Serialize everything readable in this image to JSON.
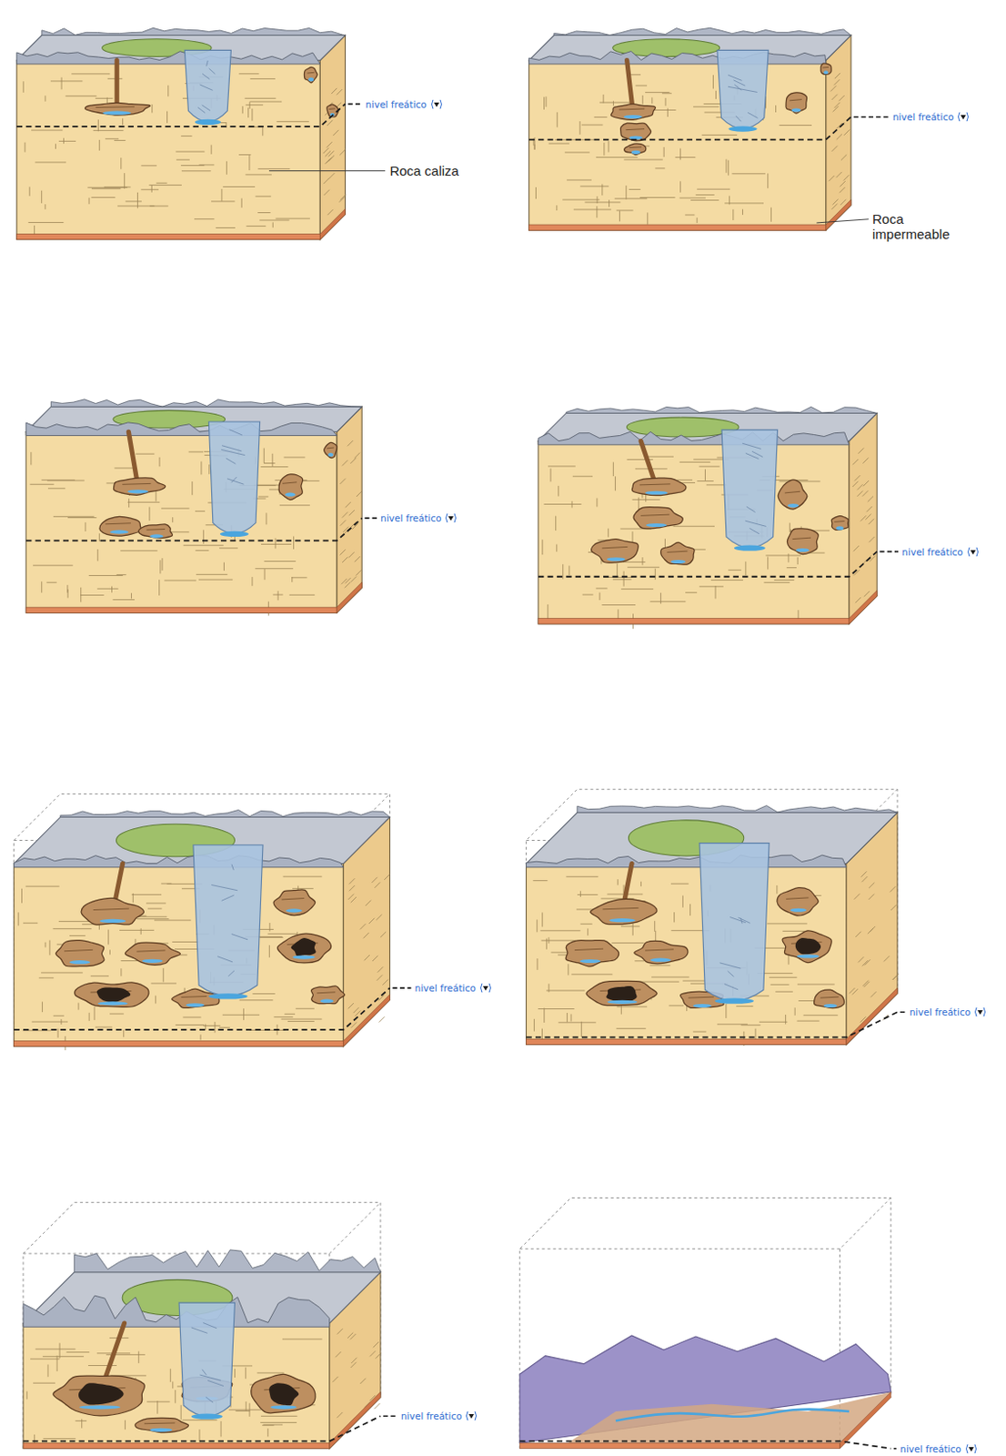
{
  "diagram": {
    "labels": [
      "nivel freático",
      "Roca caliza",
      "nivel freático",
      "Roca impermeable",
      "nivel freático",
      "nivel freático",
      "nivel freático",
      "nivel freático",
      "nivel freático",
      "nivel freático"
    ]
  }
}
